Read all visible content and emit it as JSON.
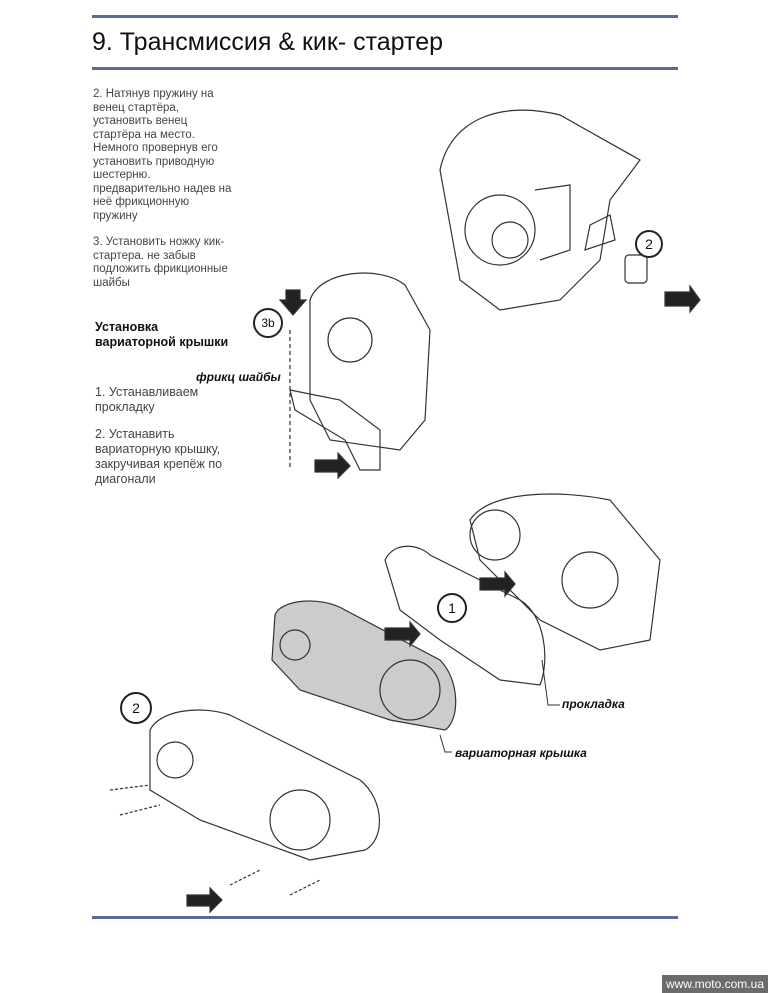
{
  "header": {
    "title": "9. Трансмиссия & кик- стартер"
  },
  "steps_top": [
    "2. Натянув пружину на венец стартёра, установить венец стартёра на место. Немного провернув его установить приводную шестерню. предварительно надев на неё фрикционную пружину",
    "3. Установить ножку кик- стартера. не забыв подложить фрикционные шайбы"
  ],
  "section": {
    "heading": "Установка вариаторной крышки",
    "steps": [
      "1. Устанавливаем прокладку",
      "2. Устанавить вариаторную крышку, закручивая крепёж по диагонали"
    ]
  },
  "diagram": {
    "callouts": [
      "2",
      "3b",
      "1",
      "2"
    ],
    "labels": {
      "washers": "фрикц шайбы",
      "gasket": "прокладка",
      "cover": "вариаторная крышка"
    }
  },
  "footer": {
    "watermark": "www.moto.com.ua"
  }
}
